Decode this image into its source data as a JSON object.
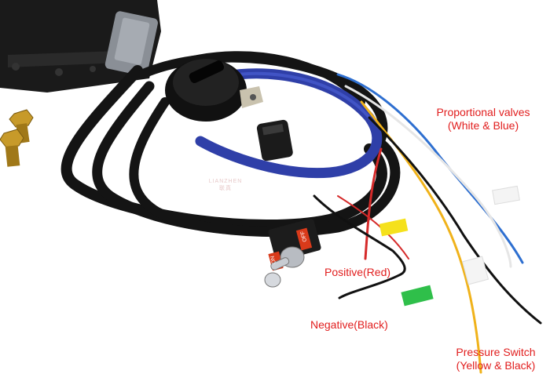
{
  "labels": {
    "proportional_line1": "Proportional valves",
    "proportional_line2": "(White & Blue)",
    "positive": "Positive(Red)",
    "negative": "Negative(Black)",
    "pressure_line1": "Pressure Switch",
    "pressure_line2": "(Yellow & Black)"
  },
  "switch": {
    "on_text": "ON",
    "off_text": "OFF"
  },
  "watermark": {
    "brand": "LIANZHEN",
    "sub": "联真"
  },
  "colors": {
    "background": "#ffffff",
    "label_text": "#e11d1d",
    "cable_black": "#141414",
    "wire_blue": "#2e6fd0",
    "wire_yellow": "#f0b21a",
    "wire_red": "#d52a2a",
    "wire_white": "#f2f2f2",
    "sleeve_blue": "#2f3fa8",
    "tag_yellow": "#f5e11c",
    "tag_green": "#2fbf4a",
    "bolt_gold": "#b98a1d"
  }
}
